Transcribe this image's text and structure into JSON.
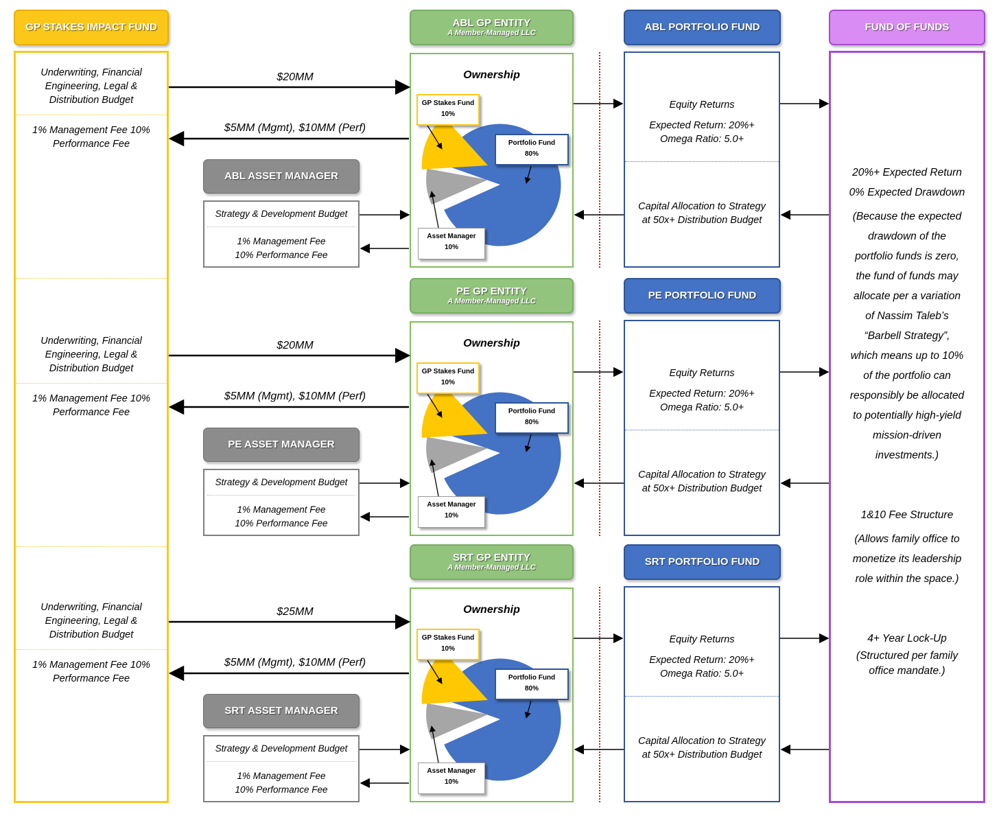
{
  "headers": {
    "gp_stakes": "GP STAKES IMPACT FUND",
    "fund_of_funds": "FUND OF FUNDS"
  },
  "gp_column": {
    "underwriting": "Underwriting, Financial Engineering, Legal & Distribution Budget",
    "fees": "1% Management Fee 10% Performance Fee"
  },
  "rows": [
    {
      "gp_entity": "ABL GP ENTITY",
      "gp_entity_sub": "A Member-Managed LLC",
      "portfolio_fund": "ABL PORTFOLIO FUND",
      "asset_manager": "ABL ASSET MANAGER",
      "capital": "$20MM",
      "fee_flow": "$5MM (Mgmt), $10MM (Perf)"
    },
    {
      "gp_entity": "PE GP ENTITY",
      "gp_entity_sub": "A Member-Managed LLC",
      "portfolio_fund": "PE PORTFOLIO FUND",
      "asset_manager": "PE ASSET MANAGER",
      "capital": "$20MM",
      "fee_flow": "$5MM (Mgmt), $10MM (Perf)"
    },
    {
      "gp_entity": "SRT GP ENTITY",
      "gp_entity_sub": "A Member-Managed LLC",
      "portfolio_fund": "SRT PORTFOLIO FUND",
      "asset_manager": "SRT ASSET MANAGER",
      "capital": "$25MM",
      "fee_flow": "$5MM (Mgmt), $10MM (Perf)"
    }
  ],
  "asset_manager_box": {
    "budget": "Strategy & Development Budget",
    "fee1": "1% Management Fee",
    "fee2": "10% Performance Fee"
  },
  "ownership": {
    "title": "Ownership",
    "slices": [
      {
        "label": "GP Stakes Fund",
        "value": "10%",
        "color": "#ffc800"
      },
      {
        "label": "Portfolio Fund",
        "value": "80%",
        "color": "#4472c4"
      },
      {
        "label": "Asset Manager",
        "value": "10%",
        "color": "#a6a6a6"
      }
    ]
  },
  "portfolio_box": {
    "equity": "Equity Returns",
    "expected": "Expected Return: 20%+",
    "omega": "Omega Ratio: 5.0+",
    "capital1": "Capital Allocation to Strategy",
    "capital2": "at 50x+ Distribution Budget"
  },
  "fof": {
    "line1": "20%+ Expected Return",
    "line2": "0% Expected Drawdown",
    "para1": [
      "(Because the expected",
      "drawdown of the",
      "portfolio funds is zero,",
      "the fund of funds may",
      "allocate per a variation",
      "of Nassim Taleb’s",
      "“Barbell Strategy”,",
      "which means up to 10%",
      "of the portfolio can",
      "responsibly be allocated",
      "to potentially high-yield",
      "mission-driven",
      "investments.)"
    ],
    "fee_title": "1&10 Fee Structure",
    "fee_para": [
      "(Allows family office to",
      "monetize its leadership",
      "role within the space.)"
    ],
    "lock_title": "4+ Year Lock-Up",
    "lock_para": [
      "(Structured per family",
      "office mandate.)"
    ]
  }
}
